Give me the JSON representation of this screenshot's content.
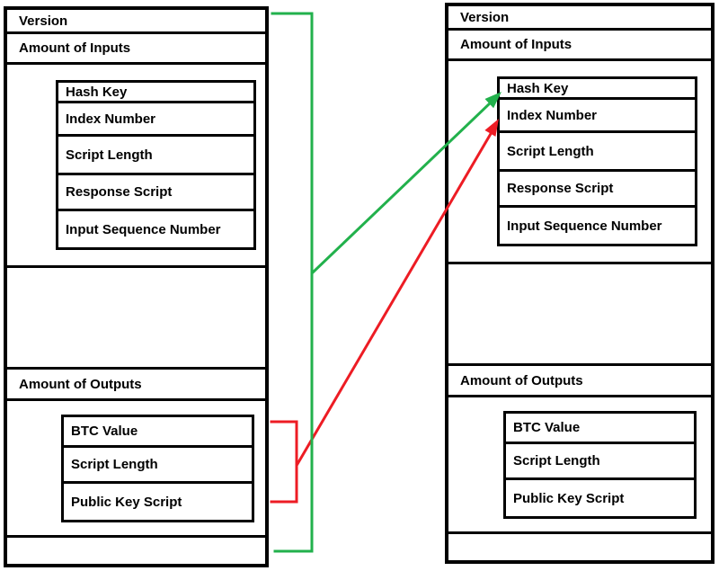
{
  "page": {
    "background": "#ffffff",
    "border_color": "#000000"
  },
  "transactions": [
    {
      "side": "left",
      "version": "Version",
      "inputs_header": "Amount of Inputs",
      "input_fields": [
        "Hash Key",
        "Index Number",
        "Script Length",
        "Response Script",
        "Input Sequence Number"
      ],
      "outputs_header": "Amount of Outputs",
      "output_fields": [
        "BTC Value",
        "Script Length",
        "Public Key Script"
      ]
    },
    {
      "side": "right",
      "version": "Version",
      "inputs_header": "Amount of Inputs",
      "input_fields": [
        "Hash Key",
        "Index Number",
        "Script Length",
        "Response Script",
        "Input Sequence Number"
      ],
      "outputs_header": "Amount of Outputs",
      "output_fields": [
        "BTC Value",
        "Script Length",
        "Public Key Script"
      ]
    }
  ],
  "connectors": {
    "green": {
      "color": "#22B14C",
      "target_field": "Hash Key"
    },
    "red": {
      "color": "#ED1C24",
      "target_field": "Index Number"
    }
  }
}
